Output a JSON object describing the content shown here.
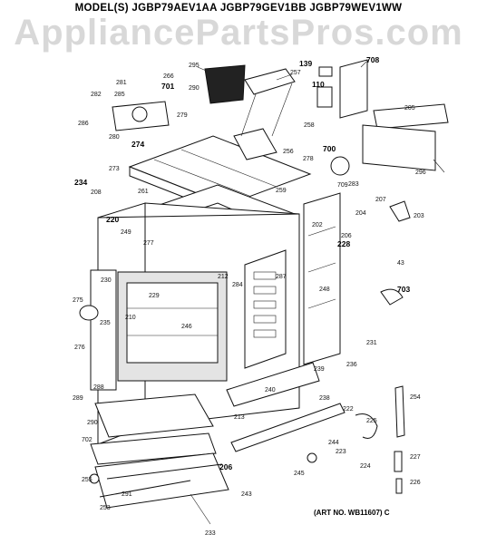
{
  "header": {
    "models": "MODEL(S) JGBP79AEV1AA  JGBP79GEV1BB  JGBP79WEV1WW"
  },
  "watermark": "AppliancePartsPros.com",
  "art_number": "(ART NO. WB11607) C",
  "callouts": {
    "c295": "295",
    "c257": "257",
    "c139": "139",
    "c708": "708",
    "c110": "110",
    "c281": "281",
    "c266": "266",
    "c701": "701",
    "c282": "282",
    "c285": "285",
    "c290": "290",
    "c279": "279",
    "c286": "286",
    "c280": "280",
    "c274": "274",
    "c258": "258",
    "c205": "205",
    "c700": "700",
    "c256": "256",
    "c709": "709",
    "c296": "296",
    "c273": "273",
    "c278": "278",
    "c234": "234",
    "c208": "208",
    "c261": "261",
    "c283": "283",
    "c204": "204",
    "c207": "207",
    "c203": "203",
    "c220": "220",
    "c249": "249",
    "c277": "277",
    "c206a": "206",
    "c228": "228",
    "c43": "43",
    "c287": "287",
    "c230": "230",
    "c212": "212",
    "c284": "284",
    "c248": "248",
    "c275": "275",
    "c229": "229",
    "c703": "703",
    "c210": "210",
    "c235": "235",
    "c246": "246",
    "c276": "276",
    "c231": "231",
    "c239": "239",
    "c236": "236",
    "c288": "288",
    "c238": "238",
    "c240": "240",
    "c254": "254",
    "c222": "222",
    "c289": "289",
    "c213": "213",
    "c290b": "290",
    "c225": "225",
    "c702": "702",
    "c244": "244",
    "c223": "223",
    "c206b": "206",
    "c227": "227",
    "c224": "224",
    "c255": "255",
    "c245": "245",
    "c243": "243",
    "c291": "291",
    "c226": "226",
    "c253": "253",
    "c259": "259",
    "c202": "202",
    "c233": "233"
  }
}
